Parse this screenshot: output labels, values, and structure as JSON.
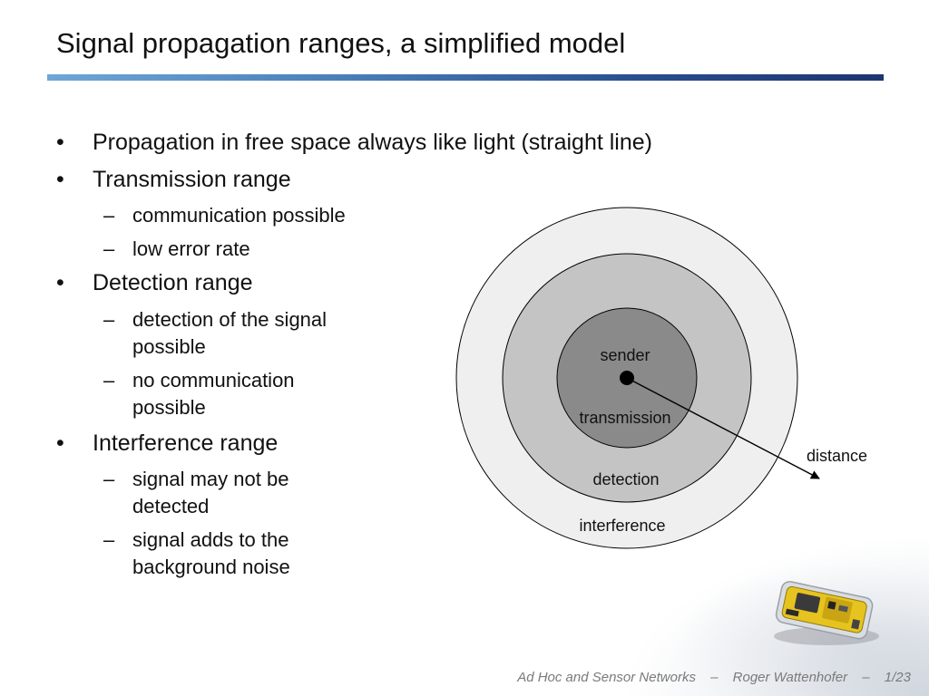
{
  "title": "Signal propagation ranges, a simplified model",
  "bullets": [
    {
      "text": "Propagation in free space always like light (straight line)",
      "subs": []
    },
    {
      "text": "Transmission range",
      "subs": [
        "communication possible",
        "low error rate"
      ]
    },
    {
      "text": "Detection range",
      "subs": [
        [
          "detection of the signal",
          "possible"
        ],
        [
          "no communication",
          "possible"
        ]
      ]
    },
    {
      "text": "Interference range",
      "subs": [
        [
          "signal may not be",
          "detected"
        ],
        [
          "signal adds to the",
          "background noise"
        ]
      ]
    }
  ],
  "markers": {
    "bullet": "•",
    "dash": "–"
  },
  "diagram": {
    "labels": {
      "sender": "sender",
      "transmission": "transmission",
      "detection": "detection",
      "interference": "interference",
      "distance": "distance"
    },
    "colors": {
      "interference": "#efefef",
      "detection": "#c4c4c4",
      "transmission": "#8a8a8a",
      "sender_dot": "#000000"
    }
  },
  "footer": {
    "course": "Ad Hoc and Sensor Networks",
    "separator": "–",
    "author": "Roger Wattenhofer",
    "page": "1/23"
  },
  "icons": {
    "sensor_device": "sensor-node-device-photo"
  }
}
